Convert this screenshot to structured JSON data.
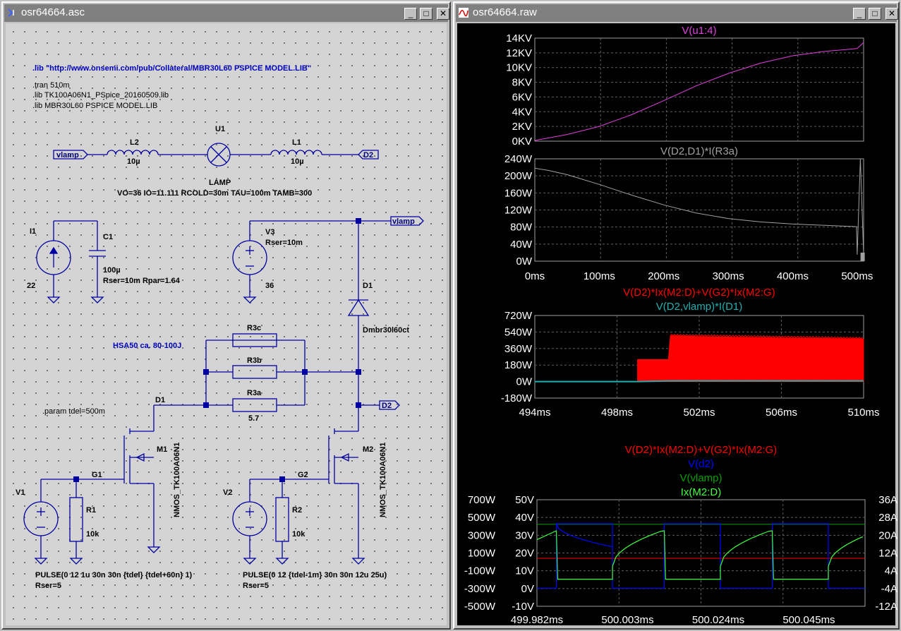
{
  "schematic": {
    "title": "osr64664.asc",
    "directives": [
      ".lib \"http://www.onsemi.com/pub/Collateral/MBR30L60 PSPICE MODEL.LIB\"",
      ".tran 510m",
      ".lib TK100A06N1_PSpice_20160509.lib",
      ".lib MBR30L60 PSPICE MODEL.LIB",
      ".param tdel=500m"
    ],
    "comment": "HSA50 ca. 80-100J",
    "labels": {
      "vlamp": "vlamp",
      "d2": "D2",
      "d1_net": "D1",
      "g1": "G1",
      "g2": "G2"
    },
    "components": {
      "L2": {
        "name": "L2",
        "value": "10µ"
      },
      "L1": {
        "name": "L1",
        "value": "10µ"
      },
      "U1": {
        "name": "U1",
        "model": "LAMP",
        "params": "VO=36 IO=11.111 RCOLD=30m TAU=100m TAMB=300"
      },
      "I1": {
        "name": "I1",
        "value": "22"
      },
      "C1": {
        "name": "C1",
        "value": "100µ",
        "params": "Rser=10m Rpar=1.64"
      },
      "V3": {
        "name": "V3",
        "value": "36",
        "params": "Rser=10m"
      },
      "D1": {
        "name": "D1",
        "model": "Dmbr30l60ct"
      },
      "R3c": {
        "name": "R3c"
      },
      "R3b": {
        "name": "R3b"
      },
      "R3a": {
        "name": "R3a",
        "value": "5.7"
      },
      "M1": {
        "name": "M1",
        "model": "NMOS_TK100A06N1"
      },
      "M2": {
        "name": "M2",
        "model": "NMOS_TK100A06N1"
      },
      "V1": {
        "name": "V1",
        "value": "PULSE(0 12 1u 30n 30n {tdel} {tdel+60n} 1)",
        "params": "Rser=5"
      },
      "R1": {
        "name": "R1",
        "value": "10k"
      },
      "V2": {
        "name": "V2",
        "value": "PULSE(0 12 {tdel-1m} 30n 30n 12u 25u)",
        "params": "Rser=5"
      },
      "R2": {
        "name": "R2",
        "value": "10k"
      }
    }
  },
  "waveform": {
    "title": "osr64664.raw"
  },
  "colors": {
    "magenta": "#e040e0",
    "gray_trace": "#a0a0a0",
    "red": "#ff0000",
    "cyan": "#20b0b0",
    "blue": "#0000ff",
    "dark_green": "#00a000",
    "light_green": "#40ff40",
    "schematic_wire": "#0000a0"
  },
  "chart_data": [
    {
      "type": "line",
      "title": "V(u1:4)",
      "series": [
        {
          "name": "V(u1:4)",
          "color": "#e040e0",
          "x": [
            0,
            50,
            100,
            150,
            200,
            250,
            300,
            350,
            400,
            450,
            490,
            500,
            510
          ],
          "y": [
            0.1,
            0.9,
            2.0,
            3.6,
            5.5,
            7.5,
            9.2,
            10.6,
            11.6,
            12.2,
            12.5,
            12.6,
            13.4
          ]
        }
      ],
      "x_axis": {
        "unit": "ms",
        "range": [
          0,
          510
        ],
        "ticks": [
          "0ms",
          "100ms",
          "200ms",
          "300ms",
          "400ms",
          "500ms"
        ],
        "shared_with_next": true
      },
      "y_axis": {
        "unit": "KV",
        "range": [
          0,
          14
        ],
        "ticks": [
          "0KV",
          "2KV",
          "4KV",
          "6KV",
          "8KV",
          "10KV",
          "12KV",
          "14KV"
        ]
      },
      "grid": true
    },
    {
      "type": "line",
      "title": "V(D2,D1)*I(R3a)",
      "series": [
        {
          "name": "V(D2,D1)*I(R3a)",
          "color": "#a0a0a0",
          "x": [
            0,
            20,
            50,
            100,
            150,
            200,
            250,
            300,
            350,
            400,
            450,
            499,
            500,
            505,
            510
          ],
          "y": [
            218,
            213,
            203,
            180,
            155,
            132,
            113,
            100,
            92,
            87,
            84,
            81,
            15,
            240,
            15
          ]
        }
      ],
      "x_axis": {
        "unit": "ms",
        "range": [
          0,
          510
        ],
        "ticks": [
          "0ms",
          "100ms",
          "200ms",
          "300ms",
          "400ms",
          "500ms"
        ]
      },
      "y_axis": {
        "unit": "W",
        "range": [
          0,
          240
        ],
        "ticks": [
          "0W",
          "40W",
          "80W",
          "120W",
          "160W",
          "200W",
          "240W"
        ]
      },
      "grid": true
    },
    {
      "type": "area",
      "title": "V(D2)*Ix(M2:D)+V(G2)*Ix(M2:G)",
      "series": [
        {
          "name": "V(D2)*Ix(M2:D)+V(G2)*Ix(M2:G)",
          "color": "#ff0000",
          "envelope": true,
          "x": [
            494,
            499,
            499.0,
            500.5,
            500.6,
            502,
            504,
            506,
            508,
            510
          ],
          "ymin": [
            0,
            0,
            0,
            0,
            0,
            0,
            0,
            0,
            0,
            0
          ],
          "ymax": [
            0,
            0,
            240,
            240,
            500,
            490,
            482,
            475,
            470,
            465
          ]
        },
        {
          "name": "V(D2,vlamp)*I(D1)",
          "color": "#20b0b0",
          "x": [
            494,
            499,
            500.5,
            510
          ],
          "y": [
            0,
            0,
            8,
            8
          ]
        }
      ],
      "x_axis": {
        "unit": "ms",
        "range": [
          494,
          510
        ],
        "ticks": [
          "494ms",
          "498ms",
          "502ms",
          "506ms",
          "510ms"
        ]
      },
      "y_axis": {
        "unit": "W",
        "range": [
          -180,
          720
        ],
        "ticks": [
          "-180W",
          "0W",
          "180W",
          "360W",
          "540W",
          "720W"
        ]
      },
      "grid": true
    },
    {
      "type": "line",
      "title": "V(D2)*Ix(M2:D)+V(G2)*Ix(M2:G)",
      "series": [
        {
          "name": "V(D2)*Ix(M2:D)+V(G2)*Ix(M2:G)",
          "color": "#ff0000",
          "axis": "W",
          "x": [
            499.982,
            500.058
          ],
          "y": [
            40,
            40
          ]
        },
        {
          "name": "V(d2)",
          "color": "#0000ff",
          "axis": "V",
          "period_us": 25,
          "t_on_us": 12,
          "t_first_edge": 499.9865,
          "high": 36.5,
          "low": 0.1
        },
        {
          "name": "V(vlamp)",
          "color": "#00a000",
          "axis": "V",
          "x": [
            499.982,
            500.058
          ],
          "y": [
            36.2,
            36.2
          ]
        },
        {
          "name": "Ix(M2:D)",
          "color": "#40ff40",
          "axis": "A",
          "shape": "sawtooth",
          "off_current": 0.2,
          "on_start": 6.0,
          "on_end": 22.0
        }
      ],
      "x_axis": {
        "unit": "ms",
        "range": [
          499.982,
          500.058
        ],
        "ticks": [
          "499.982ms",
          "500.003ms",
          "500.024ms",
          "500.045ms"
        ]
      },
      "y_axis_left1": {
        "unit": "W",
        "range": [
          -500,
          700
        ],
        "ticks": [
          "-500W",
          "-300W",
          "-100W",
          "100W",
          "300W",
          "500W",
          "700W"
        ]
      },
      "y_axis_left2": {
        "unit": "V",
        "range": [
          -10,
          50
        ],
        "ticks": [
          "-10V",
          "0V",
          "10V",
          "20V",
          "30V",
          "40V",
          "50V"
        ]
      },
      "y_axis_right": {
        "unit": "A",
        "range": [
          -12,
          36
        ],
        "ticks": [
          "-12A",
          "-4A",
          "4A",
          "12A",
          "20A",
          "28A",
          "36A"
        ]
      },
      "grid": true
    }
  ]
}
